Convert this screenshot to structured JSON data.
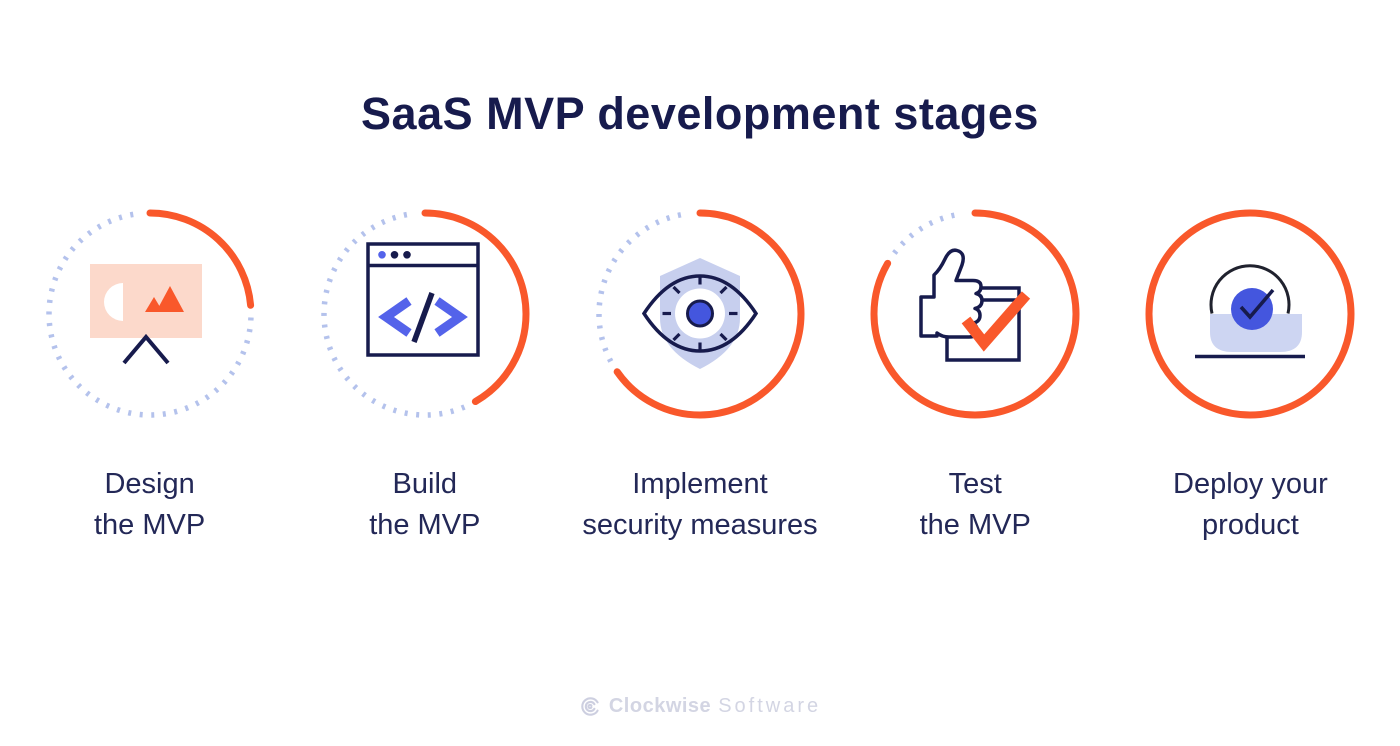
{
  "title": "SaaS MVP development stages",
  "colors": {
    "bg": "#FFFFFF",
    "navy": "#171B4D",
    "label": "#232857",
    "orange": "#F9582B",
    "dotted": "#B4C2EC",
    "periwinkle": "#5463EA",
    "bluefill": "#4456DE",
    "lavender": "#C7CFEE",
    "lavenderlight": "#CDD5F2",
    "peach": "#FCD9CB",
    "footer": "#D3D5E3"
  },
  "stages": [
    {
      "label_line1": "Design",
      "label_line2": "the MVP",
      "icon": "presentation-board-icon",
      "progress_deg": 85
    },
    {
      "label_line1": "Build",
      "label_line2": "the MVP",
      "icon": "code-window-icon",
      "progress_deg": 150
    },
    {
      "label_line1": "Implement",
      "label_line2": "security measures",
      "icon": "shield-eye-icon",
      "progress_deg": 235
    },
    {
      "label_line1": "Test",
      "label_line2": "the MVP",
      "icon": "thumbs-up-checkbox-icon",
      "progress_deg": 300
    },
    {
      "label_line1": "Deploy your",
      "label_line2": "product",
      "icon": "launch-check-icon",
      "progress_deg": 360
    }
  ],
  "footer": {
    "brand_bold": "Clockwise",
    "brand_light": "Software",
    "logo_icon": "clockwise-spiral-icon"
  }
}
